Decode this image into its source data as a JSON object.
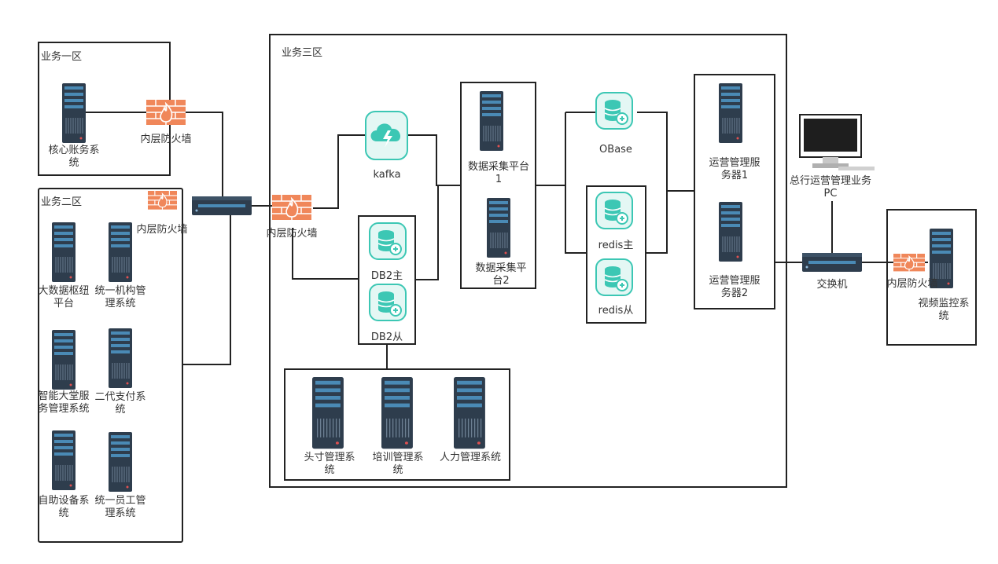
{
  "colors": {
    "server_body": "#2e3d4d",
    "server_stripe": "#4a8ab5",
    "firewall": "#f0875a",
    "db_teal": "#3cc7b4",
    "line": "#222222"
  },
  "zones": {
    "zone1": "业务一区",
    "zone2": "业务二区",
    "zone3": "业务三区"
  },
  "labels": {
    "core_accounting": "核心账务系\n统",
    "fw_zone1": "内层防火墙",
    "fw_zone2": "内层防火墙",
    "fw_zone3": "内层防火墙",
    "fw_video": "内层防火墙",
    "bigdata": "大数据枢纽\n平台",
    "unified_org": "统一机构管\n理系统",
    "smart_lobby": "智能大堂服\n务管理系统",
    "second_pay": "二代支付系\n统",
    "self_service": "自助设备系\n统",
    "unified_staff": "统一员工管\n理系统",
    "kafka": "kafka",
    "db2_master": "DB2主",
    "db2_slave": "DB2从",
    "collect1": "数据采集平台\n1",
    "collect2": "数据采集平\n台2",
    "obase": "OBase",
    "redis_master": "redis主",
    "redis_slave": "redis从",
    "ops_server1": "运营管理服\n务器1",
    "ops_server2": "运营管理服\n务器2",
    "head_pc": "总行运营管理业务\nPC",
    "switch": "交换机",
    "video": "视频监控系\n统",
    "headcount": "头寸管理系\n统",
    "training": "培训管理系\n统",
    "hr": "人力管理系统"
  },
  "icons": {
    "server": "server-icon",
    "firewall": "firewall-icon",
    "switch": "network-switch-icon",
    "kafka": "kafka-icon",
    "database": "database-icon",
    "pc": "desktop-pc-icon"
  }
}
